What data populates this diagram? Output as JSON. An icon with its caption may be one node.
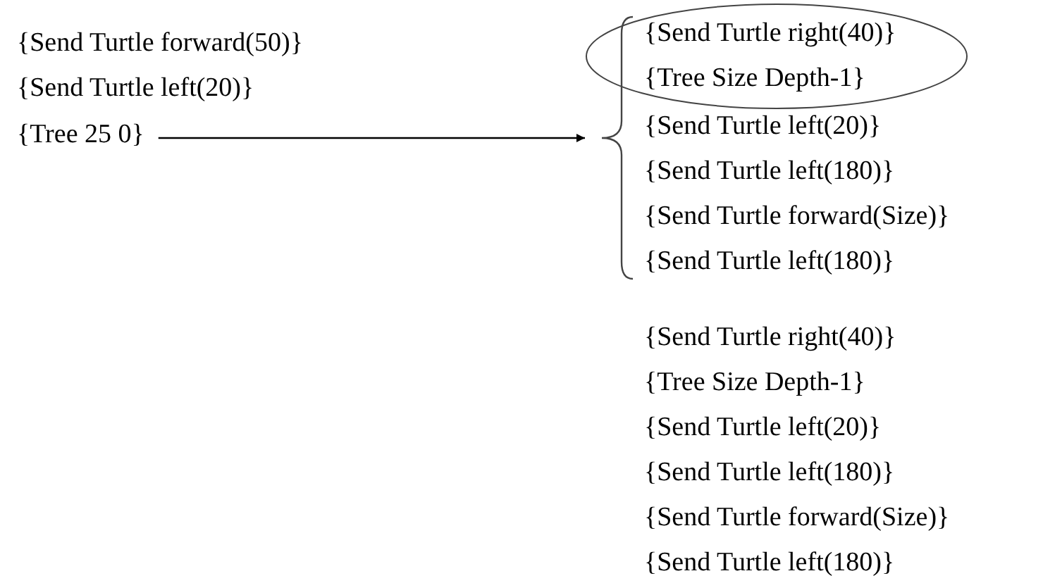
{
  "diagram": {
    "nodes": [
      {
        "text": [
          "{Tree 25 0}"
        ]
      },
      {
        "text": [
          "{Send Turtle left(20)}",
          "{Send Turtle left(180)}",
          "{Send Turtle forward(Size)}",
          "{Send Turtle left(180)}"
        ]
      },
      {
        "text": [
          "{Send Turtle right(40)}",
          "{Tree Size Depth-1}"
        ],
        "in": 1
      }
    ],
    "edges": [
      {
        "from": 0,
        "to": 1,
        "arrow": "to"
      }
    ],
    "labels": [
      "{Send Turtle forward(50)}",
      "{Send Turtle left(20)}",
      "{Send Turtle right(40)}",
      "{Tree Size Depth-1}",
      "{Send Turtle left(20)}",
      "{Send Turtle left(180)}",
      "{Send Turtle forward(Size)}",
      "{Send Turtle left(180)}"
    ]
  }
}
